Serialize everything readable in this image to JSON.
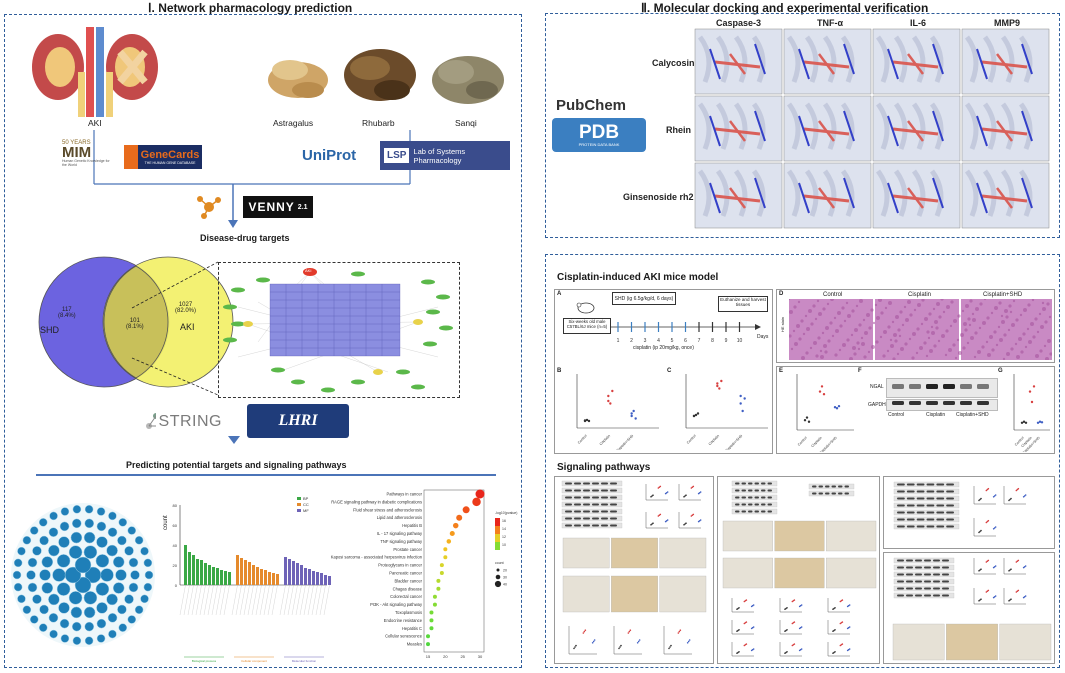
{
  "section1": {
    "title": "Ⅰ. Network pharmacology prediction",
    "aki_label": "AKI",
    "herbs": [
      "Astragalus",
      "Rhubarb",
      "Sanqi"
    ],
    "db_logos": {
      "omim_top": "50 YEARS",
      "omim_name": "MIM",
      "omim_sub": "Human Genetic Knowledge for the World",
      "genecards_name": "GeneCards",
      "genecards_sub": "THE HUMAN GENE DATABASE",
      "uniprot": "UniProt",
      "lsp_mark": "LSP",
      "lsp_line1": "Lab of Systems",
      "lsp_line2": "Pharmacology"
    },
    "venny": {
      "name": "VENNY",
      "version": "2.1"
    },
    "targets_title": "Disease-drug targets",
    "venn": {
      "left_label": "SHD",
      "right_label": "AKI",
      "left_value": "117",
      "left_pct": "(8.4%)",
      "center_value": "101",
      "center_pct": "(8.1%)",
      "right_value": "1027",
      "right_pct": "(82.0%)"
    },
    "network_top_node": "AKI",
    "tools": {
      "string": "STRING",
      "lhri": "LHRI"
    },
    "pathways_title": "Predicting potential targets and signaling pathways",
    "go_chart": {
      "ylabel": "count",
      "legend": [
        "BP",
        "CC",
        "MF"
      ],
      "colors": [
        "#3aa845",
        "#e58a2c",
        "#6e63b7"
      ],
      "yticks": [
        "0",
        "20",
        "40",
        "60",
        "80"
      ],
      "group_labels": [
        "Biological process",
        "Cellular component",
        "Molecular function"
      ]
    },
    "kegg": {
      "pathways": [
        "Pathways in cancer",
        "AGE - RAGE signaling pathway in diabetic complications",
        "Fluid shear stress and atherosclerosis",
        "Lipid and atherosclerosis",
        "Hepatitis B",
        "IL - 17 signaling pathway",
        "TNF signaling pathway",
        "Prostate cancer",
        "Kaposi sarcoma - associated herpesvirus infection",
        "Proteoglycans in cancer",
        "Pancreatic cancer",
        "Bladder cancer",
        "Chagas disease",
        "Colorectal cancer",
        "PI3K - Akt signaling pathway",
        "Toxoplasmosis",
        "Endocrine resistance",
        "Hepatitis C",
        "Cellular senescence",
        "Measles"
      ],
      "x_values": [
        30,
        29,
        26,
        24,
        23,
        22,
        21,
        20,
        20,
        19,
        19,
        18,
        18,
        17,
        17,
        16,
        16,
        16,
        15,
        15
      ],
      "xticks": [
        "15",
        "20",
        "25",
        "30"
      ],
      "color_legend_title": "-log10(pvalue)",
      "color_legend_values": [
        "16",
        "14",
        "12",
        "10"
      ],
      "size_legend_title": "count",
      "size_legend_values": [
        "20",
        "30",
        "40"
      ]
    }
  },
  "section2": {
    "title": "Ⅱ. Molecular docking and experimental verification",
    "docking_cols": [
      "Caspase-3",
      "TNF-α",
      "IL-6",
      "MMP9"
    ],
    "docking_rows": [
      "Calycosin",
      "Rhein",
      "Ginsenoside rh2"
    ],
    "pubchem": "PubChem",
    "pdb": "PDB",
    "pdb_sub": "PROTEIN DATA BANK",
    "model": {
      "title": "Cisplatin-induced AKI mice model",
      "panel_a": "A",
      "shd_label": "SHD (ig 6.5g/kg/d, 6 days)",
      "mice_label": "Six-weeks old male C57BL/6J mice (n=5)",
      "euth_label": "Euthanize and harvest tissues",
      "cis_label": "cisplatin (ip 20mg/kg, once)",
      "days_label": "Days",
      "timeline_days": [
        "1",
        "2",
        "3",
        "4",
        "5",
        "6",
        "7",
        "8",
        "9",
        "10"
      ],
      "panel_d": "D",
      "he_cols": [
        "Control",
        "Cisplatin",
        "Cisplatin+SHD"
      ],
      "he_side": "HE stain",
      "panel_b": "B",
      "panel_c": "C",
      "panel_e": "E",
      "panel_f": "F",
      "panel_g": "G",
      "wb_labels": [
        "NGAL",
        "GAPDH"
      ],
      "groups": [
        "Control",
        "Cisplatin",
        "Cisplatin+SHD"
      ]
    },
    "signaling_title": "Signaling pathways"
  }
}
